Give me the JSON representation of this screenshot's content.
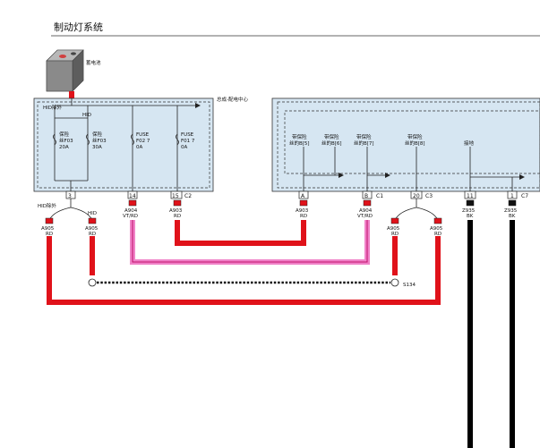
{
  "page": {
    "title": "制动灯系统"
  },
  "battery": {
    "label": "蓄电池"
  },
  "fuse_box": {
    "name": "总成-配电中心",
    "hid_outer": "HID除外",
    "hid": "HID",
    "fuses": [
      {
        "line1": "保险",
        "line2": "丝F03",
        "line3": "20A"
      },
      {
        "line1": "保险",
        "line2": "丝F03",
        "line3": "30A"
      },
      {
        "line1": "FUSE",
        "line2": "F02 7",
        "line3": "0A"
      },
      {
        "line1": "FUSE",
        "line2": "F01 7",
        "line3": "0A"
      }
    ],
    "pins": [
      "3",
      "14",
      "15"
    ],
    "connector": "C2"
  },
  "right_box": {
    "switches": [
      {
        "line1": "带保险",
        "line2": "丝的B[5]"
      },
      {
        "line1": "带保险",
        "line2": "丝的B[6]"
      },
      {
        "line1": "带保险",
        "line2": "丝的B[7]"
      },
      {
        "line1": "带保险",
        "line2": "丝的B[8]"
      },
      {
        "line1": "接地",
        "line2": ""
      }
    ],
    "pins": [
      "A",
      "B",
      "20",
      "11",
      "1"
    ],
    "connectors": [
      "C1",
      "C3",
      "C7"
    ]
  },
  "wire_labels": [
    {
      "code": "A905",
      "color": "RD"
    },
    {
      "code": "A905",
      "color": "RD"
    },
    {
      "code": "A904",
      "color": "VT/RD"
    },
    {
      "code": "A903",
      "color": "RD"
    },
    {
      "code": "A903",
      "color": "RD"
    },
    {
      "code": "A904",
      "color": "VT/RD"
    },
    {
      "code": "A905",
      "color": "RD"
    },
    {
      "code": "A905",
      "color": "RD"
    },
    {
      "code": "Z935",
      "color": "BK"
    },
    {
      "code": "Z935",
      "color": "BK"
    }
  ],
  "branch_labels": {
    "left_hid_outer": "HID除外",
    "left_hid": "HID"
  },
  "splice": {
    "label": "S134"
  },
  "colors": {
    "box_fill": "#d6e6f2",
    "wire_red": "#e0121a",
    "wire_violet": "#f082c8",
    "wire_black": "#000000"
  }
}
